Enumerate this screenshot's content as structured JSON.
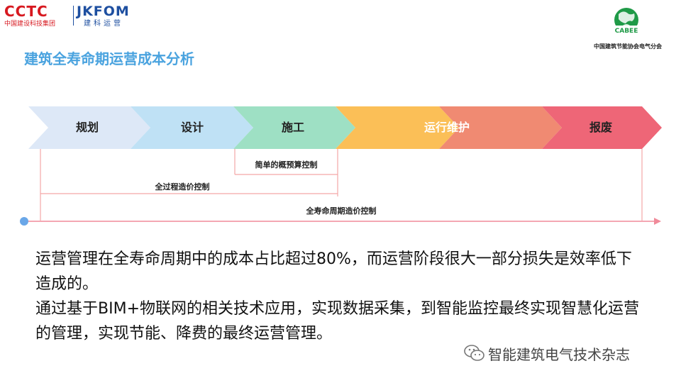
{
  "logos": {
    "cctc_name": "CCTC",
    "cctc_sub": "中国建设科技集团",
    "jk_name": "JKFOM",
    "jk_sub": "建科运营",
    "cabee_name": "CABEE",
    "cabee_org": "中国建筑节能协会电气分会"
  },
  "title": "建筑全寿命期运营成本分析",
  "stages": [
    "规划",
    "设计",
    "施工",
    "运行维护",
    "报废"
  ],
  "stage_colors": [
    "#dde8f7",
    "#bfe1f5",
    "#9ee0c4",
    "#fbbf57",
    "#f08a72",
    "#ee6677"
  ],
  "brackets": [
    "简单的概预算控制",
    "全过程造价控制",
    "全寿命周期造价控制"
  ],
  "body": {
    "para1": "运营管理在全寿命周期中的成本占比超过80%，而运营阶段很大一部分损失是效率低下造成的。",
    "para2": "通过基于BIM+物联网的相关技术应用，实现数据采集，到智能监控最终实现智慧化运营的管理，实现节能、降费的最终运营管理。"
  },
  "watermark": "智能建筑电气技术杂志"
}
